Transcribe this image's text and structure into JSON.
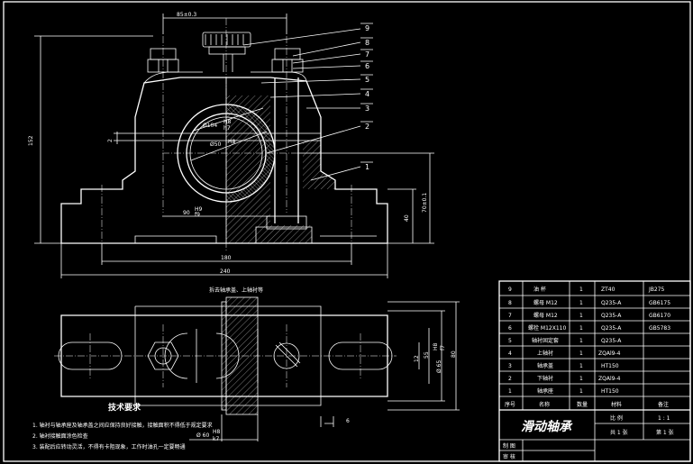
{
  "front_view": {
    "dimensions": {
      "top_width": "85±0.3",
      "total_height": "152",
      "gap": "2",
      "bore_outer": "Ø104",
      "bore_outer_fit_num": "H8",
      "bore_outer_fit_den": "h7",
      "bore_inner": "Ø50",
      "bore_inner_fit": "H8",
      "shoulder_width": "90",
      "shoulder_fit_num": "H9",
      "shoulder_fit_den": "f9",
      "base_height": "40",
      "center_height": "70±0.1",
      "bolt_span": "180",
      "total_width": "240"
    },
    "part_numbers": [
      "9",
      "8",
      "7",
      "6",
      "5",
      "4",
      "3",
      "2",
      "1"
    ]
  },
  "top_view": {
    "note": "拆去轴承盖、上轴衬等",
    "dimensions": {
      "width_55": "55",
      "width_80": "80",
      "dia_65": "Ø 65",
      "dia_65_fit_num": "H8",
      "dia_65_fit_den": "f7",
      "dim_12": "12",
      "dim_6": "6",
      "dia_60": "Ø 60",
      "dia_60_fit_num": "H8",
      "dia_60_fit_den": "k7"
    }
  },
  "technical_requirements": {
    "title": "技术要求",
    "items": [
      "1. 轴衬与轴承座及轴承盖之间应保持良好接触，接触面积不得低于规定要求",
      "2. 轴衬接触面涂色检查",
      "3. 装配后应转动灵活，不得有卡阻现象，工作时油孔一定要畅通"
    ]
  },
  "parts_table": {
    "rows": [
      {
        "no": "9",
        "name": "油 杯",
        "qty": "1",
        "material": "ZT40",
        "remark": "JB275"
      },
      {
        "no": "8",
        "name": "螺母 M12",
        "qty": "1",
        "material": "Q235-A",
        "remark": "GB6175"
      },
      {
        "no": "7",
        "name": "螺母 M12",
        "qty": "1",
        "material": "Q235-A",
        "remark": "GB6170"
      },
      {
        "no": "6",
        "name": "螺栓 M12X110",
        "qty": "1",
        "material": "Q235-A",
        "remark": "GB5783"
      },
      {
        "no": "5",
        "name": "轴衬固定套",
        "qty": "1",
        "material": "Q235-A",
        "remark": ""
      },
      {
        "no": "4",
        "name": "上轴衬",
        "qty": "1",
        "material": "ZQAl9-4",
        "remark": ""
      },
      {
        "no": "3",
        "name": "轴承盖",
        "qty": "1",
        "material": "HT150",
        "remark": ""
      },
      {
        "no": "2",
        "name": "下轴衬",
        "qty": "1",
        "material": "ZQAl9-4",
        "remark": ""
      },
      {
        "no": "1",
        "name": "轴承座",
        "qty": "1",
        "material": "HT150",
        "remark": ""
      }
    ],
    "header": {
      "no": "序号",
      "name": "名称",
      "qty": "数量",
      "material": "材料",
      "remark": "备注"
    }
  },
  "title_block": {
    "title": "滑动轴承",
    "scale_label": "比 例",
    "scale_value": "1 : 1",
    "sheets_total": "共 1 张",
    "sheet_no": "第 1 张",
    "drawn_by": "制 图",
    "checked_by": "审 核"
  }
}
